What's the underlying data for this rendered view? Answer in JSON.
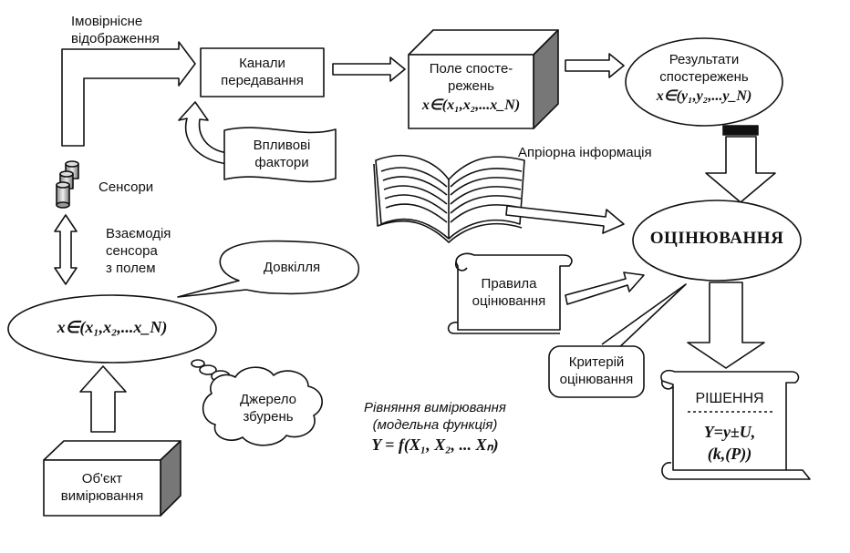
{
  "labels": {
    "probabilistic_mapping_1": "Імовірнісне",
    "probabilistic_mapping_2": "відображення",
    "channels_1": "Канали",
    "channels_2": "передавання",
    "observation_field_1": "Поле спосте-",
    "observation_field_2": "режень",
    "observation_field_formula": "x∈(x₁,x₂,...x_N)",
    "results_1": "Результати",
    "results_2": "спостережень",
    "results_formula": "x∈(y₁,y₂,...y_N)",
    "influencing_1": "Впливові",
    "influencing_2": "фактори",
    "apriori": "Апріорна інформація",
    "sensors": "Сенсори",
    "interaction_1": "Взаємодія",
    "interaction_2": "сенсора",
    "interaction_3": "з полем",
    "environment": "Довкілля",
    "estimation": "ОЦІНЮВАННЯ",
    "rules_1": "Правила",
    "rules_2": "оцінювання",
    "object_formula": "x∈(x₁,x₂,...x_N)",
    "criterion_1": "Критерій",
    "criterion_2": "оцінювання",
    "disturbance_1": "Джерело",
    "disturbance_2": "збурень",
    "equation_1": "Рівняння вимірювання",
    "equation_2": "(модельна функція)",
    "equation_formula": "Y = f(X₁, X₂, ... Xₙ)",
    "decision_title": "РІШЕННЯ",
    "decision_formula_1": "Y=y±U,",
    "decision_formula_2": "(k,(P))",
    "object_1": "Об'єкт",
    "object_2": "вимірювання"
  }
}
